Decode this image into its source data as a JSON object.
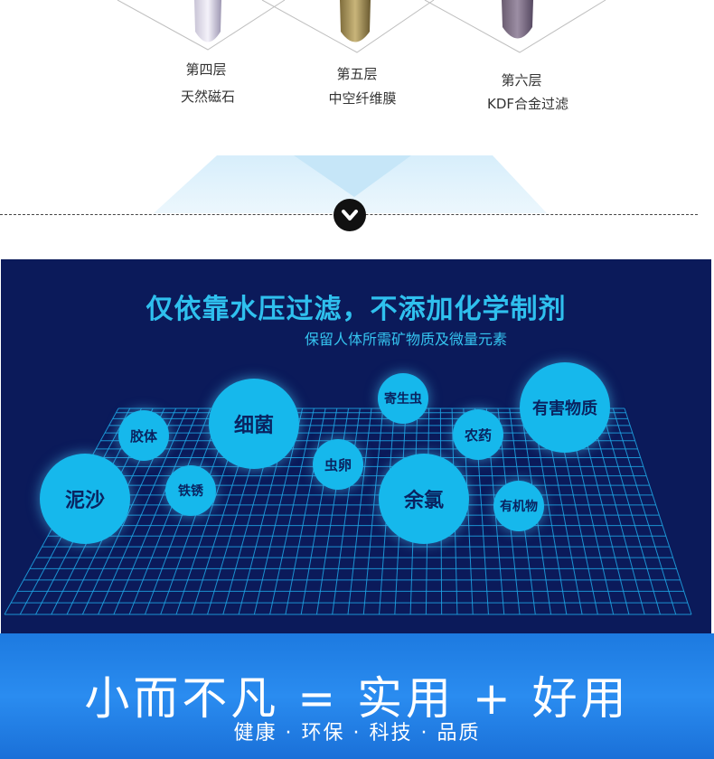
{
  "filter_layers": [
    {
      "number": "第四层",
      "name": "天然磁石"
    },
    {
      "number": "第五层",
      "name": "中空纤维膜"
    },
    {
      "number": "第六层",
      "name": "KDF合金过滤"
    }
  ],
  "headline": "仅依靠水压过滤，不添加化学制剂",
  "subheadline": "保留人体所需矿物质及微量元素",
  "contaminants": [
    "泥沙",
    "胶体",
    "铁锈",
    "细菌",
    "虫卵",
    "寄生虫",
    "余氯",
    "农药",
    "有机物",
    "有害物质"
  ],
  "slogan": "小而不凡 = 实用 + 好用",
  "tagline": "健康 · 环保 · 科技 · 品质",
  "colors": {
    "dark_navy": "#0b1a5a",
    "bubble_cyan": "#16b8ec",
    "headline_cyan": "#2fc0ee",
    "banner_blue": "#2a8cf0"
  }
}
